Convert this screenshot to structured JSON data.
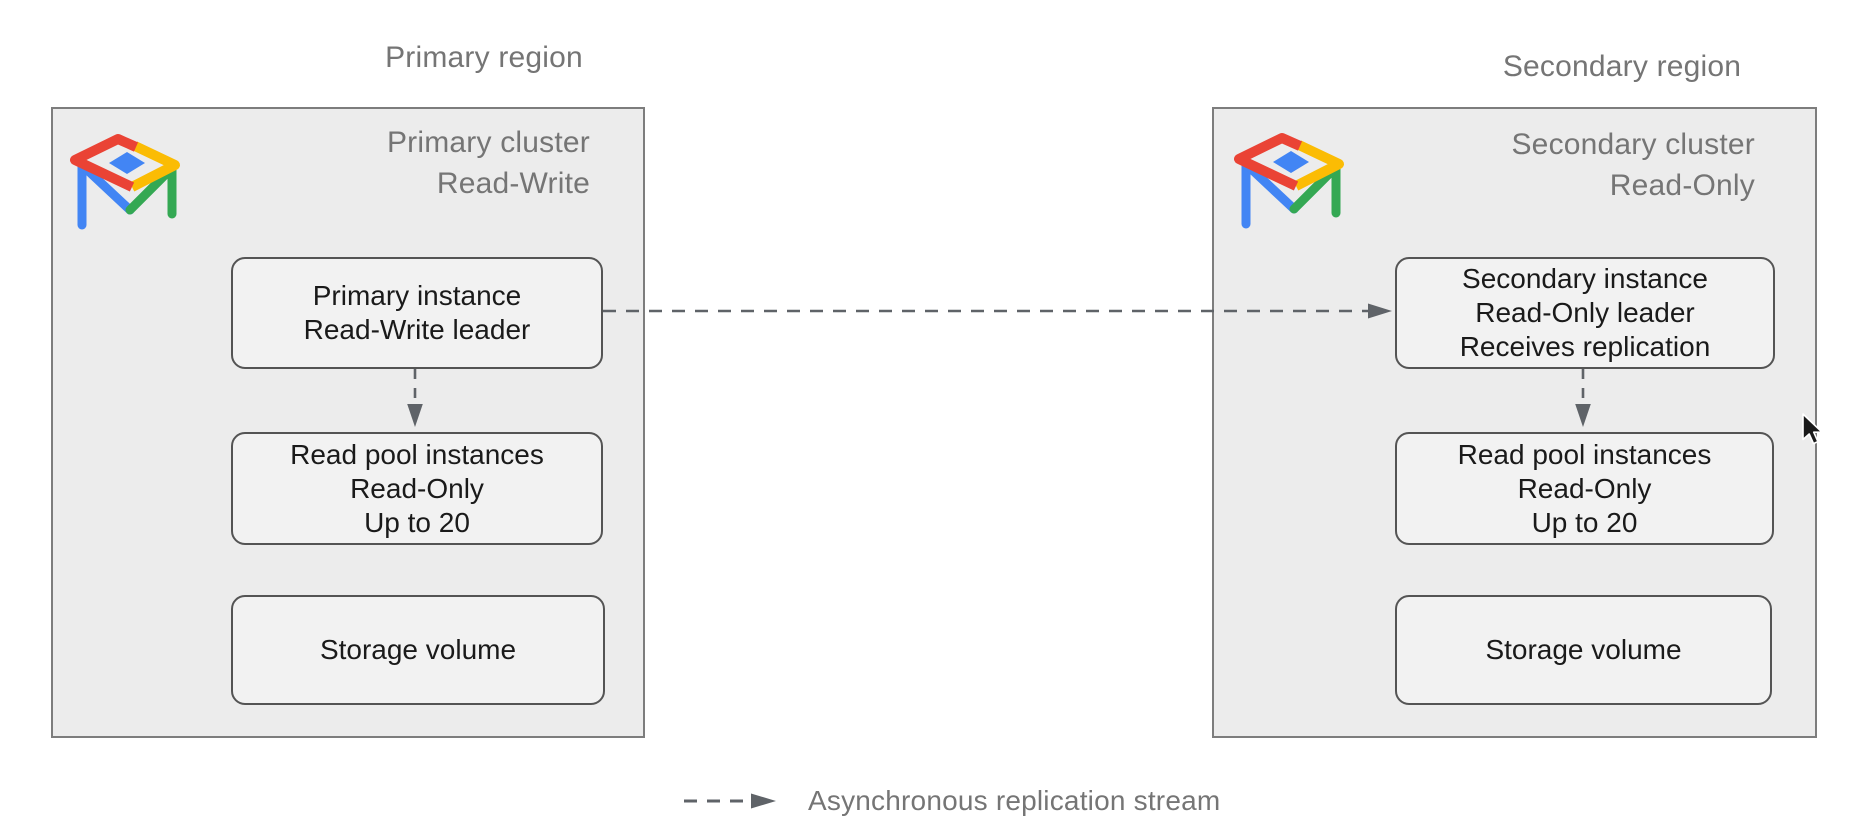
{
  "regions": {
    "primary": {
      "label": "Primary region",
      "cluster": {
        "title_line1": "Primary cluster",
        "title_line2": "Read-Write"
      },
      "instance_box": {
        "line1": "Primary instance",
        "line2": "Read-Write leader"
      },
      "read_pool_box": {
        "line1": "Read pool instances",
        "line2": "Read-Only",
        "line3": "Up to 20"
      },
      "storage_box": {
        "line1": "Storage volume"
      }
    },
    "secondary": {
      "label": "Secondary region",
      "cluster": {
        "title_line1": "Secondary cluster",
        "title_line2": "Read-Only"
      },
      "instance_box": {
        "line1": "Secondary instance",
        "line2": "Read-Only leader",
        "line3": "Receives replication"
      },
      "read_pool_box": {
        "line1": "Read pool instances",
        "line2": "Read-Only",
        "line3": "Up to 20"
      },
      "storage_box": {
        "line1": "Storage volume"
      }
    }
  },
  "legend": {
    "label": "Asynchronous replication stream"
  },
  "icons": {
    "cluster_logo": "alloydb-table-icon",
    "replication_arrow": "dashed-arrow-right",
    "flow_arrow": "dashed-arrow-down",
    "pointer": "mouse-cursor"
  },
  "colors": {
    "google_blue": "#4285F4",
    "google_red": "#EA4335",
    "google_yellow": "#FBBC04",
    "google_green": "#34A853",
    "muted_text": "#757575",
    "node_text": "#1a1a1a",
    "arrow_gray": "#5f6368"
  }
}
